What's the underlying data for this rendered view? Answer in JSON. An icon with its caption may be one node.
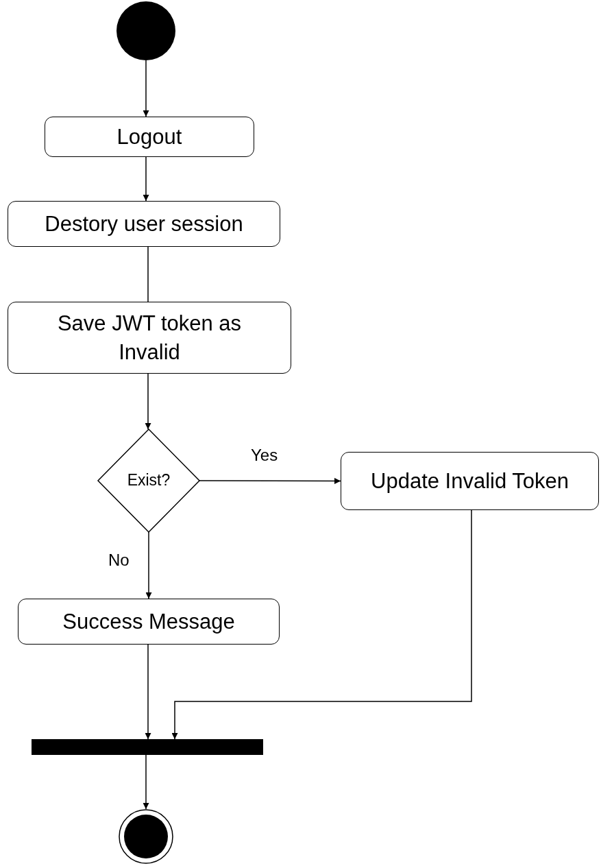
{
  "diagram": {
    "nodes": [
      {
        "text": [],
        "shape": "circle"
      },
      {
        "text": [
          "Logout"
        ]
      },
      {
        "text": [
          "Destory user session"
        ]
      },
      {
        "text": [
          "Save JWT token as Invalid"
        ]
      },
      {
        "text": [
          "Exist?"
        ]
      },
      {
        "text": [
          "Update Invalid Token"
        ]
      },
      {
        "text": [
          "Success Message"
        ]
      },
      {
        "text": [],
        "shape": "bar"
      },
      {
        "text": [],
        "shape": "bullseye"
      }
    ],
    "edges": [
      {
        "from": 0,
        "to": 1,
        "arrow": "to"
      },
      {
        "from": 1,
        "to": 2,
        "arrow": "to"
      },
      {
        "from": 2,
        "to": 3,
        "arrow": "none"
      },
      {
        "from": 3,
        "to": 4,
        "arrow": "to"
      },
      {
        "from": 4,
        "to": 5,
        "arrow": "to",
        "label": "Yes"
      },
      {
        "from": 4,
        "to": 6,
        "arrow": "to",
        "label": "No"
      },
      {
        "from": 6,
        "to": 7,
        "arrow": "to"
      },
      {
        "from": 5,
        "to": 7,
        "arrow": "to"
      },
      {
        "from": 7,
        "to": 8,
        "arrow": "to"
      }
    ]
  }
}
